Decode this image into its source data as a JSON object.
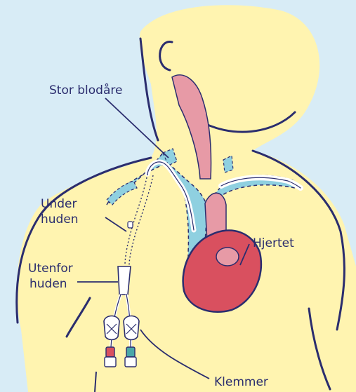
{
  "labels": {
    "large_vein": "Stor blodåre",
    "under_skin_line1": "Under",
    "under_skin_line2": "huden",
    "outside_skin_line1": "Utenfor",
    "outside_skin_line2": "huden",
    "heart": "Hjertet",
    "clamps": "Klemmer"
  },
  "colors": {
    "background": "#d8ecf6",
    "skin": "#fff4b0",
    "outline": "#2b2d6e",
    "vein": "#8fd0e0",
    "artery": "#e79aa6",
    "heart": "#d9505f",
    "catheter": "#ffffff",
    "clamp_red": "#d9505f",
    "clamp_teal": "#4aa7a8"
  }
}
